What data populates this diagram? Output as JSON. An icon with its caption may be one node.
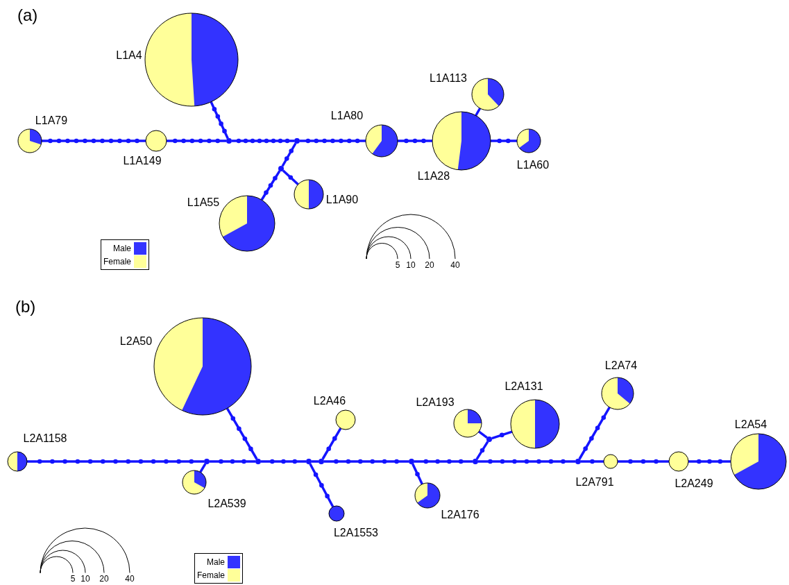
{
  "diagram": {
    "nodes": [
      {
        "text": [
          "L1A4"
        ]
      },
      {
        "text": [
          "L1A113"
        ]
      },
      {
        "text": [
          "L1A79"
        ]
      },
      {
        "text": [
          "L1A80"
        ]
      },
      {
        "text": [
          "L1A149"
        ]
      },
      {
        "text": [],
        "shape": "circle"
      },
      {
        "text": [],
        "shape": "circle"
      },
      {
        "text": [
          "L1A28"
        ]
      },
      {
        "text": [
          "L1A60"
        ]
      },
      {
        "text": [],
        "shape": "circle"
      },
      {
        "text": [
          "L1A90"
        ]
      },
      {
        "text": [
          "L1A55"
        ]
      },
      {
        "text": [
          "L2A50"
        ]
      },
      {
        "text": [
          "L2A74"
        ]
      },
      {
        "text": [
          "L2A131"
        ]
      },
      {
        "text": [
          "L2A193"
        ]
      },
      {
        "text": [
          "L2A46"
        ]
      },
      {
        "text": [],
        "shape": "circle"
      },
      {
        "text": [
          "L2A1158"
        ]
      },
      {
        "text": [],
        "shape": "circle"
      },
      {
        "text": [],
        "shape": "circle"
      },
      {
        "text": [],
        "shape": "circle"
      },
      {
        "text": [],
        "shape": "circle"
      },
      {
        "text": [],
        "shape": "circle"
      },
      {
        "text": [],
        "shape": "circle"
      },
      {
        "text": [],
        "shape": "circle"
      },
      {
        "text": [
          "L2A791"
        ]
      },
      {
        "text": [
          "L2A249"
        ]
      },
      {
        "text": [
          "L2A54"
        ]
      },
      {
        "text": [
          "L2A539"
        ]
      },
      {
        "text": [
          "L2A176"
        ]
      },
      {
        "text": [
          "L2A1553"
        ]
      }
    ],
    "edges": [
      {
        "from": 2,
        "to": 4,
        "arrow": "none"
      },
      {
        "from": 4,
        "to": 5,
        "arrow": "none"
      },
      {
        "from": 0,
        "to": 5,
        "arrow": "none"
      },
      {
        "from": 5,
        "to": 6,
        "arrow": "none"
      },
      {
        "from": 6,
        "to": 3,
        "arrow": "none"
      },
      {
        "from": 3,
        "to": 7,
        "arrow": "none"
      },
      {
        "from": 7,
        "to": 8,
        "arrow": "none"
      },
      {
        "from": 7,
        "to": 1,
        "arrow": "none"
      },
      {
        "from": 6,
        "to": 9,
        "arrow": "none"
      },
      {
        "from": 9,
        "to": 11,
        "arrow": "none"
      },
      {
        "from": 9,
        "to": 10,
        "arrow": "none"
      },
      {
        "from": 18,
        "to": 19,
        "arrow": "none"
      },
      {
        "from": 19,
        "to": 29,
        "arrow": "none"
      },
      {
        "from": 19,
        "to": 20,
        "arrow": "none"
      },
      {
        "from": 12,
        "to": 20,
        "arrow": "none"
      },
      {
        "from": 20,
        "to": 21,
        "arrow": "none"
      },
      {
        "from": 21,
        "to": 31,
        "arrow": "none"
      },
      {
        "from": 21,
        "to": 22,
        "arrow": "none"
      },
      {
        "from": 22,
        "to": 16,
        "arrow": "none"
      },
      {
        "from": 22,
        "to": 23,
        "arrow": "none"
      },
      {
        "from": 23,
        "to": 30,
        "arrow": "none"
      },
      {
        "from": 23,
        "to": 24,
        "arrow": "none"
      },
      {
        "from": 24,
        "to": 17,
        "arrow": "none"
      },
      {
        "from": 17,
        "to": 15,
        "arrow": "none"
      },
      {
        "from": 17,
        "to": 14,
        "arrow": "none"
      },
      {
        "from": 24,
        "to": 25,
        "arrow": "none"
      },
      {
        "from": 25,
        "to": 13,
        "arrow": "none"
      },
      {
        "from": 25,
        "to": 26,
        "arrow": "none"
      },
      {
        "from": 26,
        "to": 27,
        "arrow": "none"
      },
      {
        "from": 27,
        "to": 28,
        "arrow": "none"
      }
    ],
    "labels": [
      "(a)",
      "5",
      "10",
      "20",
      "40",
      "(b)",
      "5",
      "10",
      "20",
      "40"
    ],
    "legend": [
      {
        "text": "Male",
        "color": "#3333ff"
      },
      {
        "text": "Female",
        "color": "#ffff99"
      },
      {
        "text": "Male",
        "color": "#3333ff"
      },
      {
        "text": "Female",
        "color": "#ffff99"
      }
    ]
  }
}
